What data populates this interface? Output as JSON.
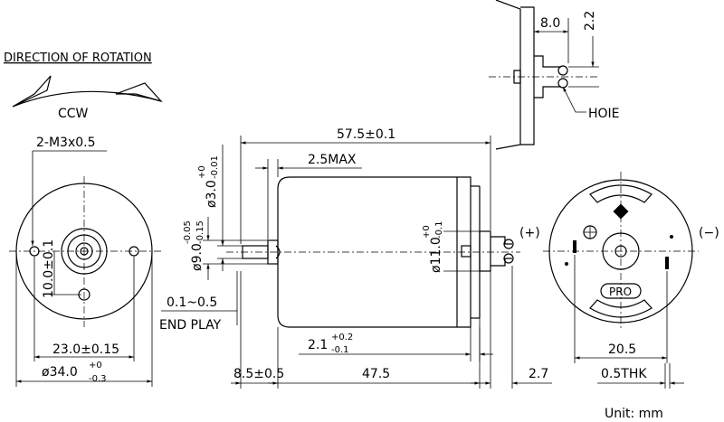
{
  "rotation": {
    "title": "DIRECTION OF ROTATION",
    "direction": "CCW"
  },
  "front_view": {
    "thread": "2-M3x0.5",
    "offset": "10.0±0.1",
    "hole_spacing": "23.0±0.15",
    "diameter": "ø34.0",
    "diameter_tol_upper": "+0",
    "diameter_tol_lower": "-0.3"
  },
  "side_view": {
    "length": "57.5±0.1",
    "max": "2.5MAX",
    "shaft_dia": "ø3.0",
    "shaft_dia_tol_upper": "+0",
    "shaft_dia_tol_lower": "-0.01",
    "boss_dia": "ø9.0",
    "boss_dia_tol_upper": "-0.05",
    "boss_dia_tol_lower": "-0.15",
    "end_play_value": "0.1~0.5",
    "end_play_label": "END PLAY",
    "rear_boss_dia": "ø11.0",
    "rear_boss_tol_upper": "+0",
    "rear_boss_tol_lower": "-0.1",
    "boss_height": "2.1",
    "boss_height_tol_upper": "+0.2",
    "boss_height_tol_lower": "-0.1",
    "shaft_length": "8.5±0.5",
    "body_length": "47.5"
  },
  "terminal_detail": {
    "width": "8.0",
    "height": "2.2",
    "hole_label": "HOIE"
  },
  "rear_view": {
    "plus": "(+)",
    "minus": "(−)",
    "logo": "PRO",
    "terminal_spacing": "20.5",
    "thickness": "0.5THK",
    "terminal_length": "2.7"
  },
  "unit": "Unit:  mm"
}
